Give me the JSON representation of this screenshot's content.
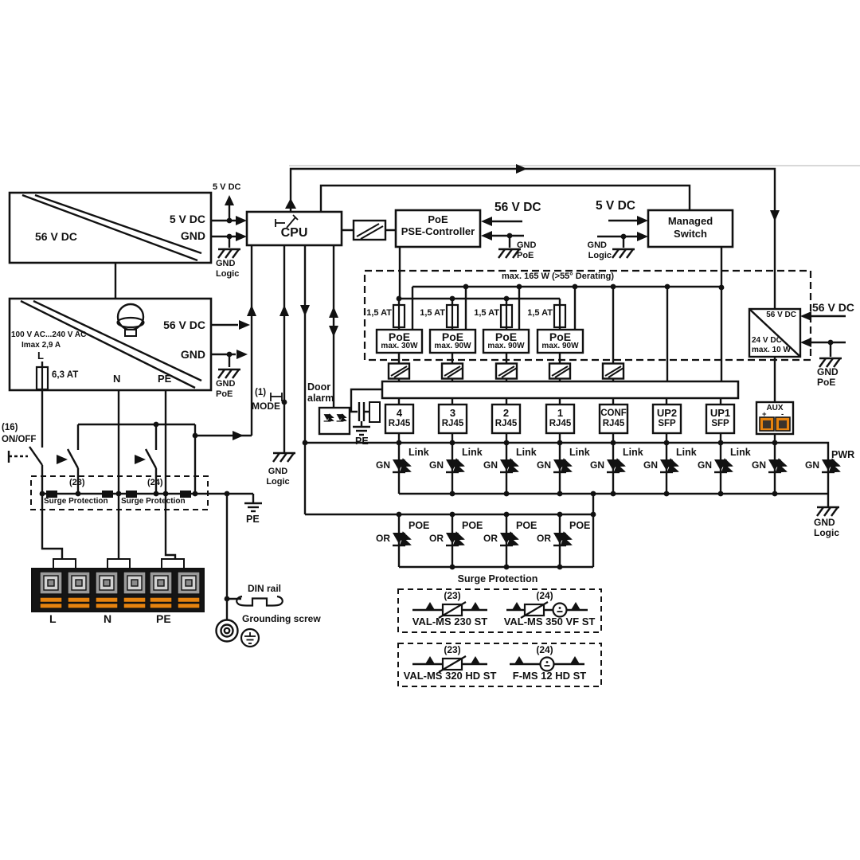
{
  "colors": {
    "line": "#111111",
    "orange": "#e6830f"
  },
  "psu_top": {
    "title": "56 V DC",
    "out_5v": "5 V DC",
    "out_gnd": "GND",
    "rail_label": "5 V DC"
  },
  "psu_bottom": {
    "range": "100 V AC...240 V AC",
    "imax": "Imax 2,9 A",
    "fuse": "6,3 AT",
    "out_56v": "56 V DC",
    "out_gnd": "GND",
    "l": "L",
    "n": "N",
    "pe": "PE"
  },
  "grounds": {
    "psu_top": {
      "l1": "GND",
      "l2": "Logic"
    },
    "psu_bottom": {
      "l1": "GND",
      "l2": "PoE"
    },
    "mode": {
      "l1": "GND",
      "l2": "Logic"
    },
    "pse": {
      "l1": "GND",
      "l2": "PoE"
    },
    "switch": {
      "l1": "GND",
      "l2": "Logic"
    },
    "converter": {
      "l1": "GND",
      "l2": "PoE"
    },
    "led_rail": {
      "l1": "GND",
      "l2": "Logic"
    }
  },
  "onoff": {
    "num": "(16)",
    "label": "ON/OFF"
  },
  "surge_inline": {
    "first": {
      "num": "(23)",
      "label": "Surge Protection"
    },
    "second": {
      "num": "(24)",
      "label": "Surge Protection"
    },
    "pe": "PE"
  },
  "mounting": {
    "din": "DIN rail",
    "screw": "Grounding screw"
  },
  "terminals": {
    "l": "L",
    "n": "N",
    "pe": "PE"
  },
  "cpu": {
    "label": "CPU"
  },
  "mode": {
    "num": "(1)",
    "label": "MODE"
  },
  "door": {
    "l1": "Door",
    "l2": "alarm"
  },
  "pse": {
    "l1": "PoE",
    "l2": "PSE-Controller",
    "supply": "56 V DC"
  },
  "switch": {
    "l1": "Managed",
    "l2": "Switch",
    "supply": "5 V DC"
  },
  "derating": "max. 165 W (>55° Derating)",
  "poe_modules": [
    {
      "fuse": "1,5 AT",
      "title": "PoE",
      "sub": "max. 30W"
    },
    {
      "fuse": "1,5 AT",
      "title": "PoE",
      "sub": "max. 90W"
    },
    {
      "fuse": "1,5 AT",
      "title": "PoE",
      "sub": "max. 90W"
    },
    {
      "fuse": "1,5 AT",
      "title": "PoE",
      "sub": "max. 90W"
    }
  ],
  "converter": {
    "in": "56 V DC",
    "out": "24 V DC",
    "power": "max. 10 W",
    "supply": "56 V DC"
  },
  "bob_smith_pe": "PE",
  "ports": [
    {
      "l1": "4",
      "l2": "RJ45"
    },
    {
      "l1": "3",
      "l2": "RJ45"
    },
    {
      "l1": "2",
      "l2": "RJ45"
    },
    {
      "l1": "1",
      "l2": "RJ45"
    },
    {
      "l1": "CONF",
      "l2": "RJ45"
    },
    {
      "l1": "UP2",
      "l2": "SFP"
    },
    {
      "l1": "UP1",
      "l2": "SFP"
    }
  ],
  "aux": {
    "title": "AUX",
    "plus": "+",
    "minus": "-"
  },
  "leds": {
    "gn": "GN",
    "or": "OR",
    "link": [
      "Link",
      "Link",
      "Link",
      "Link",
      "Link",
      "Link",
      "Link"
    ],
    "pwr": "PWR",
    "poe": [
      "POE",
      "POE",
      "POE",
      "POE"
    ]
  },
  "legend": {
    "title": "Surge Protection",
    "items": [
      {
        "num": "(23)",
        "name": "VAL-MS 230 ST"
      },
      {
        "num": "(24)",
        "name": "VAL-MS 350 VF ST"
      },
      {
        "num": "(23)",
        "name": "VAL-MS 320 HD ST"
      },
      {
        "num": "(24)",
        "name": "F-MS 12 HD ST"
      }
    ]
  }
}
